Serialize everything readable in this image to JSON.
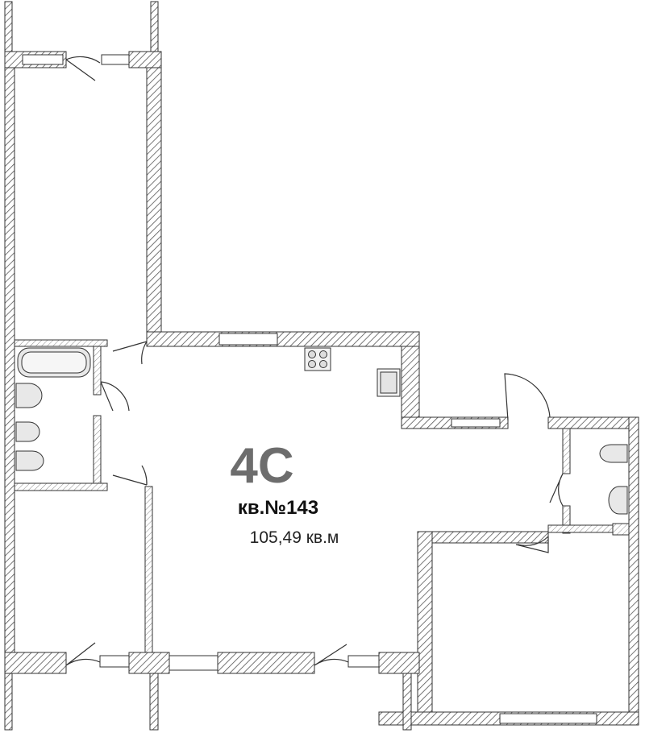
{
  "plan": {
    "apartment_type": "4С",
    "apartment_number": "кв.№143",
    "area": "105,49 кв.м"
  },
  "colors": {
    "wall_stroke": "#333333",
    "hatch": "#555555",
    "fixture_fill": "#e8e8e8",
    "type_label": "#6d6d6d"
  }
}
